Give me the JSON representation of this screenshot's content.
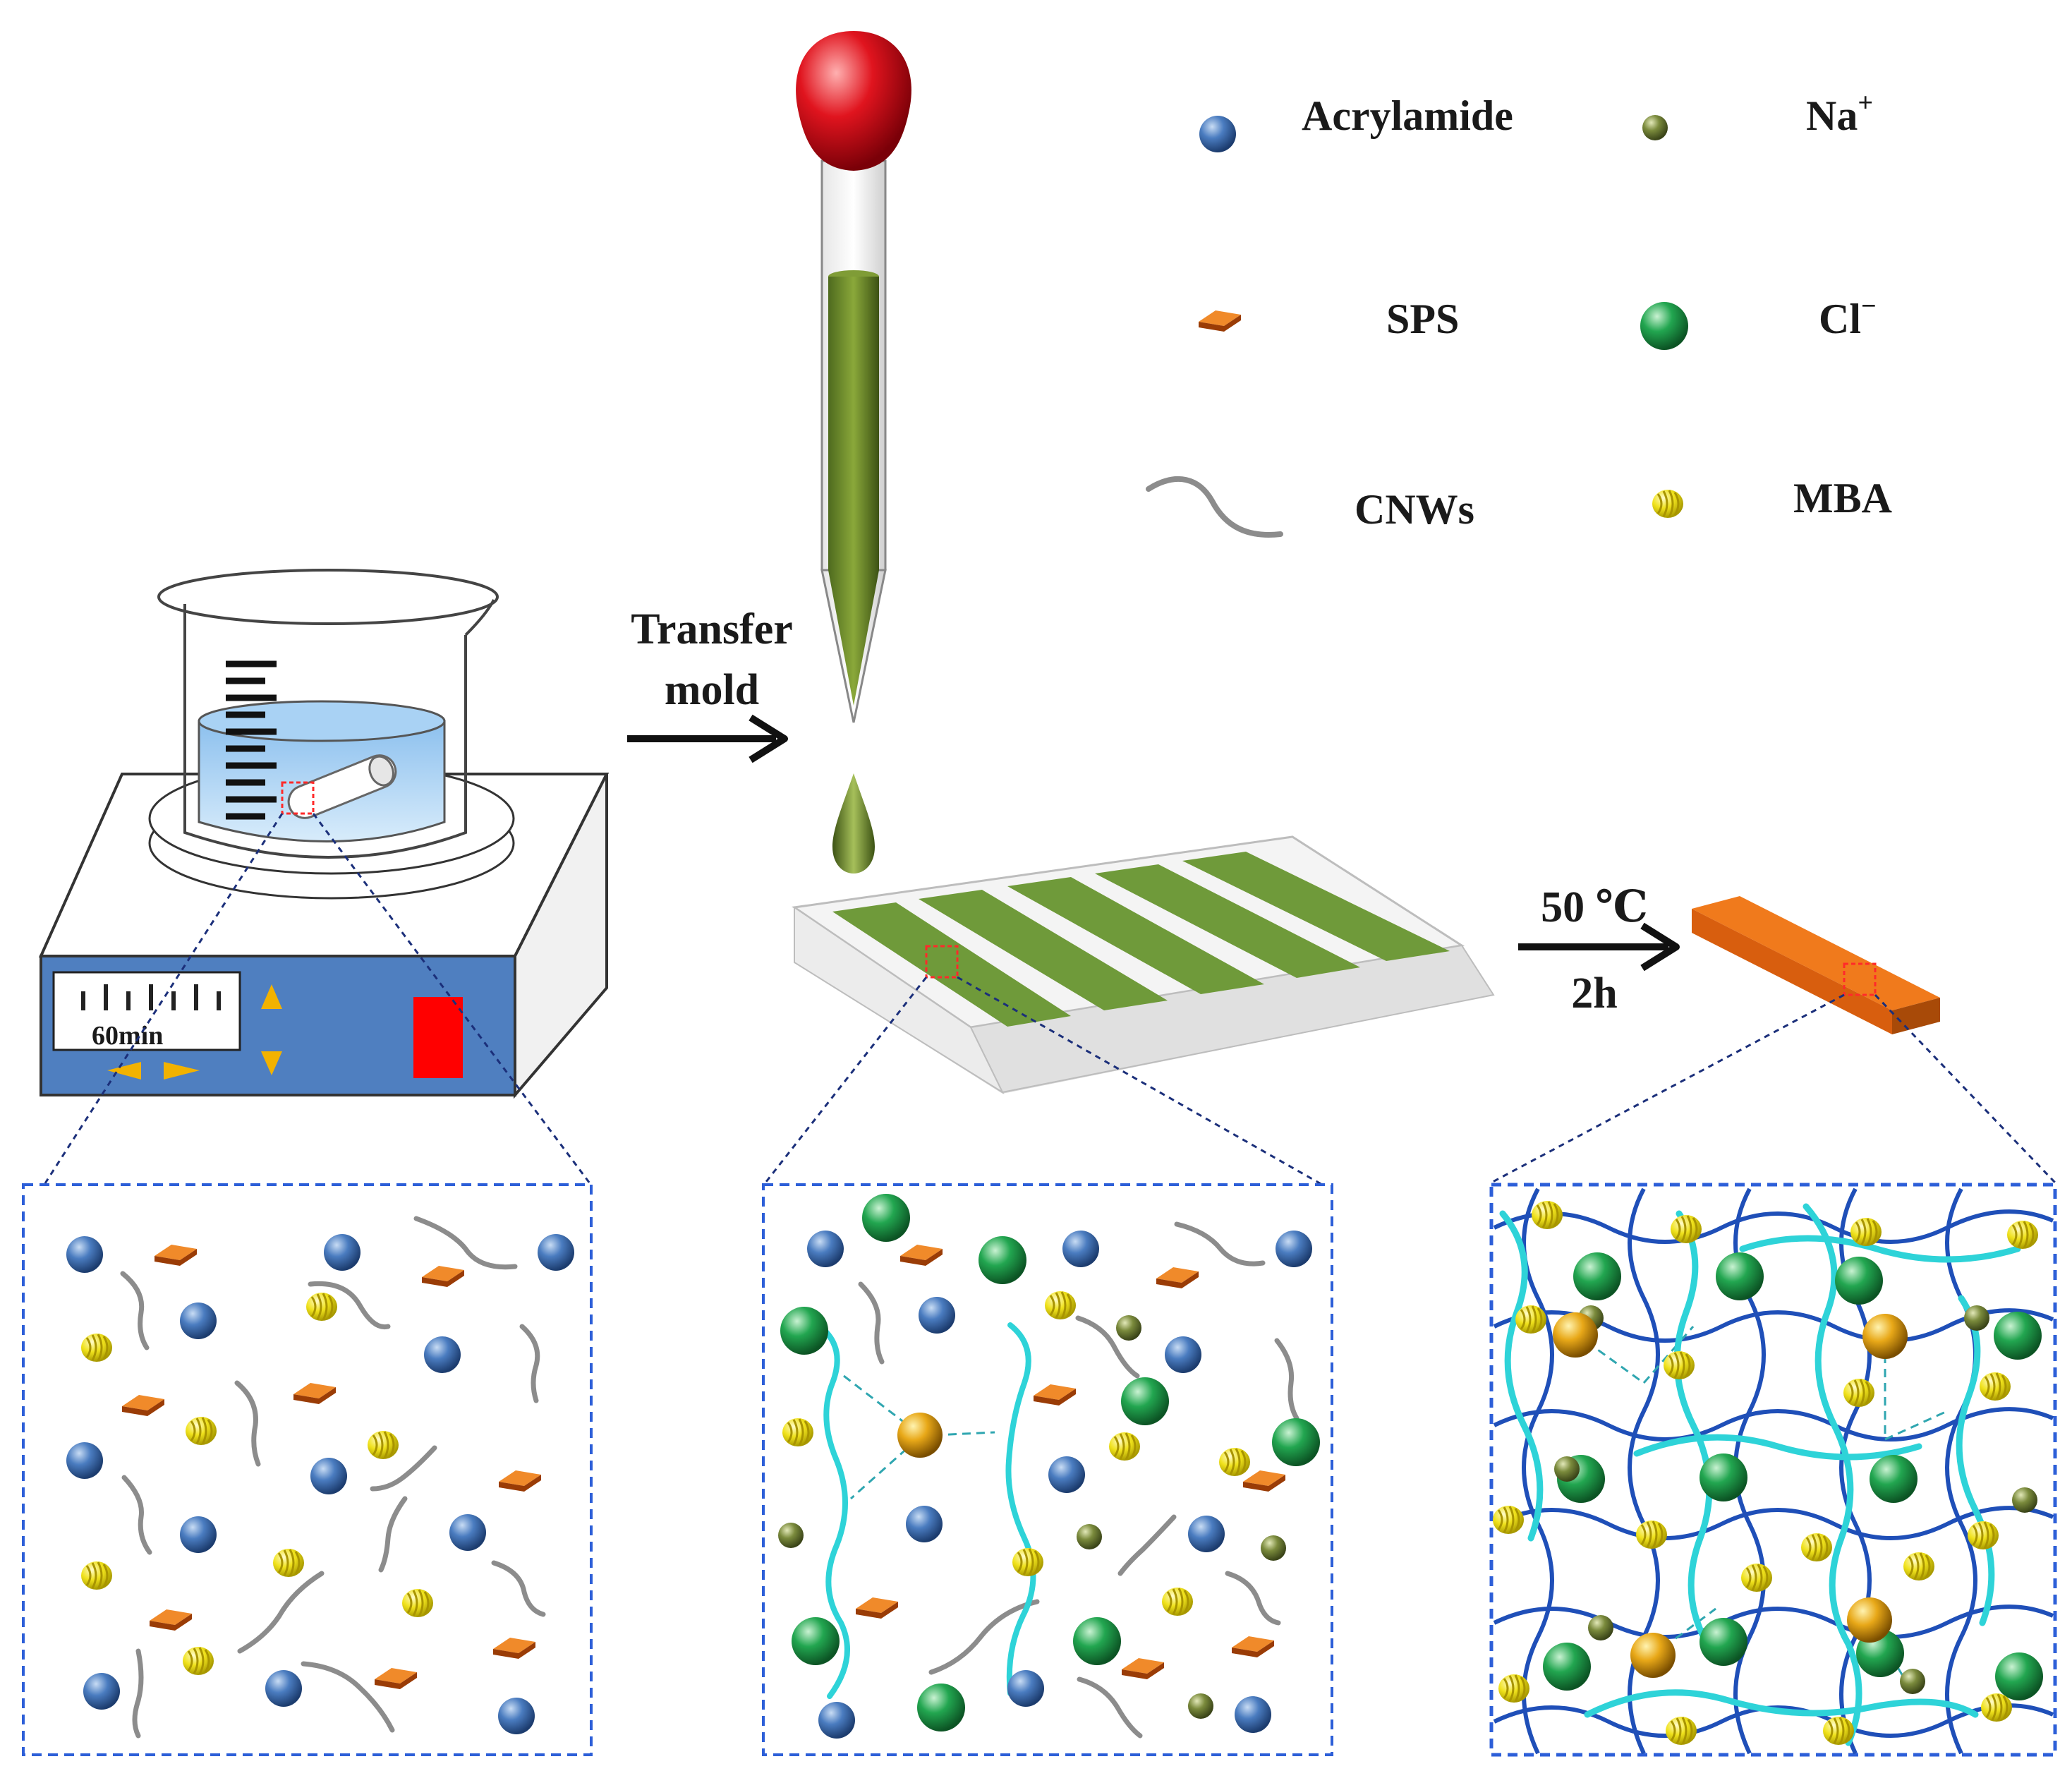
{
  "legend": {
    "acrylamide": "Acrylamide",
    "na": "Na",
    "na_sup": "+",
    "sps": "SPS",
    "cl": "Cl",
    "cl_sup": "−",
    "cnws": "CNWs",
    "mba": "MBA"
  },
  "step1": {
    "line1": "Transfer",
    "line2": "mold"
  },
  "step2": {
    "temp": "50 ℃",
    "time": "2h"
  },
  "stirrer": {
    "timer": "60min"
  },
  "colors": {
    "acrylamide": "#3d6fb0",
    "na": "#6f7d3a",
    "sps": "#d86a1a",
    "cl": "#1f9a4a",
    "cnws": "#8c8c8c",
    "mba": "#e6d61a",
    "chain": "#2ed3d8",
    "network": "#1f4fb8",
    "gel": "#6f9a3a",
    "pipette_bulb": "#e0141e",
    "hydrogel": "#ee6a10",
    "device": "#4f7fc0",
    "dash": "#2d5fd8"
  },
  "icons": {
    "acrylamide": "blue-sphere-icon",
    "na": "olive-sphere-icon",
    "sps": "orange-diamond-icon",
    "cl": "green-sphere-icon",
    "cnws": "curved-wire-icon",
    "mba": "yellow-ribbed-bead-icon"
  }
}
